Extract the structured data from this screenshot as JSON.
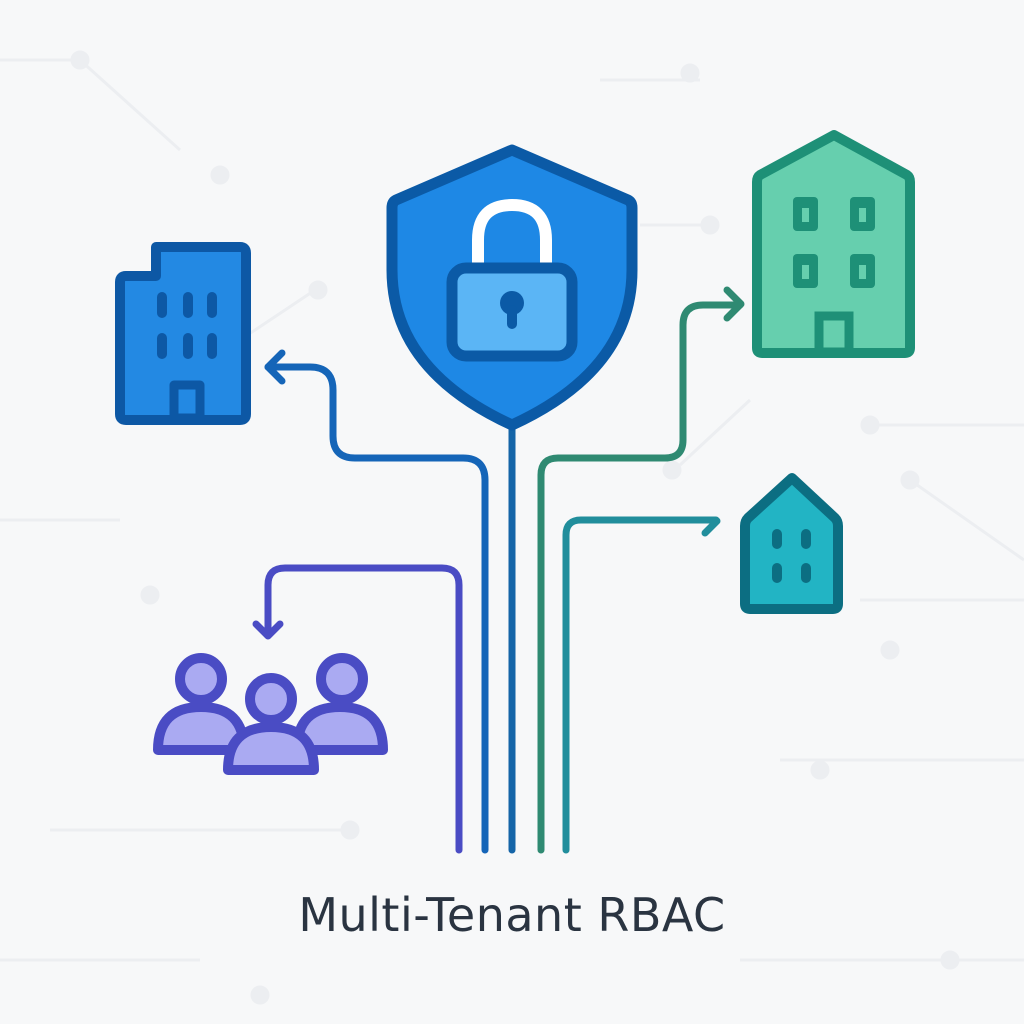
{
  "title": "Multi-Tenant RBAC",
  "colors": {
    "background": "#f7f8f9",
    "shield_fill": "#1e88e5",
    "shield_stroke": "#0b5aa6",
    "lock_fill": "#5bb5f5",
    "tenant_a_fill": "#2389e3",
    "tenant_a_stroke": "#0d58a5",
    "tenant_b_fill": "#66cfae",
    "tenant_b_stroke": "#1e9077",
    "tenant_c_fill": "#22b4c4",
    "tenant_c_stroke": "#0c6e82",
    "users_fill": "#aaaaf2",
    "users_stroke": "#4a4cc4",
    "line_users": "#4a4cc4",
    "line_tenant_a": "#1565b8",
    "line_center": "#1565a8",
    "line_tenant_b": "#2f8a72",
    "line_tenant_c": "#218e9c",
    "title_text": "#2a3441"
  },
  "nodes": [
    {
      "id": "shield",
      "label": "access-control-shield"
    },
    {
      "id": "tenant_a",
      "label": "office-building"
    },
    {
      "id": "tenant_b",
      "label": "tall-building"
    },
    {
      "id": "tenant_c",
      "label": "small-house"
    },
    {
      "id": "users",
      "label": "user-group"
    }
  ]
}
